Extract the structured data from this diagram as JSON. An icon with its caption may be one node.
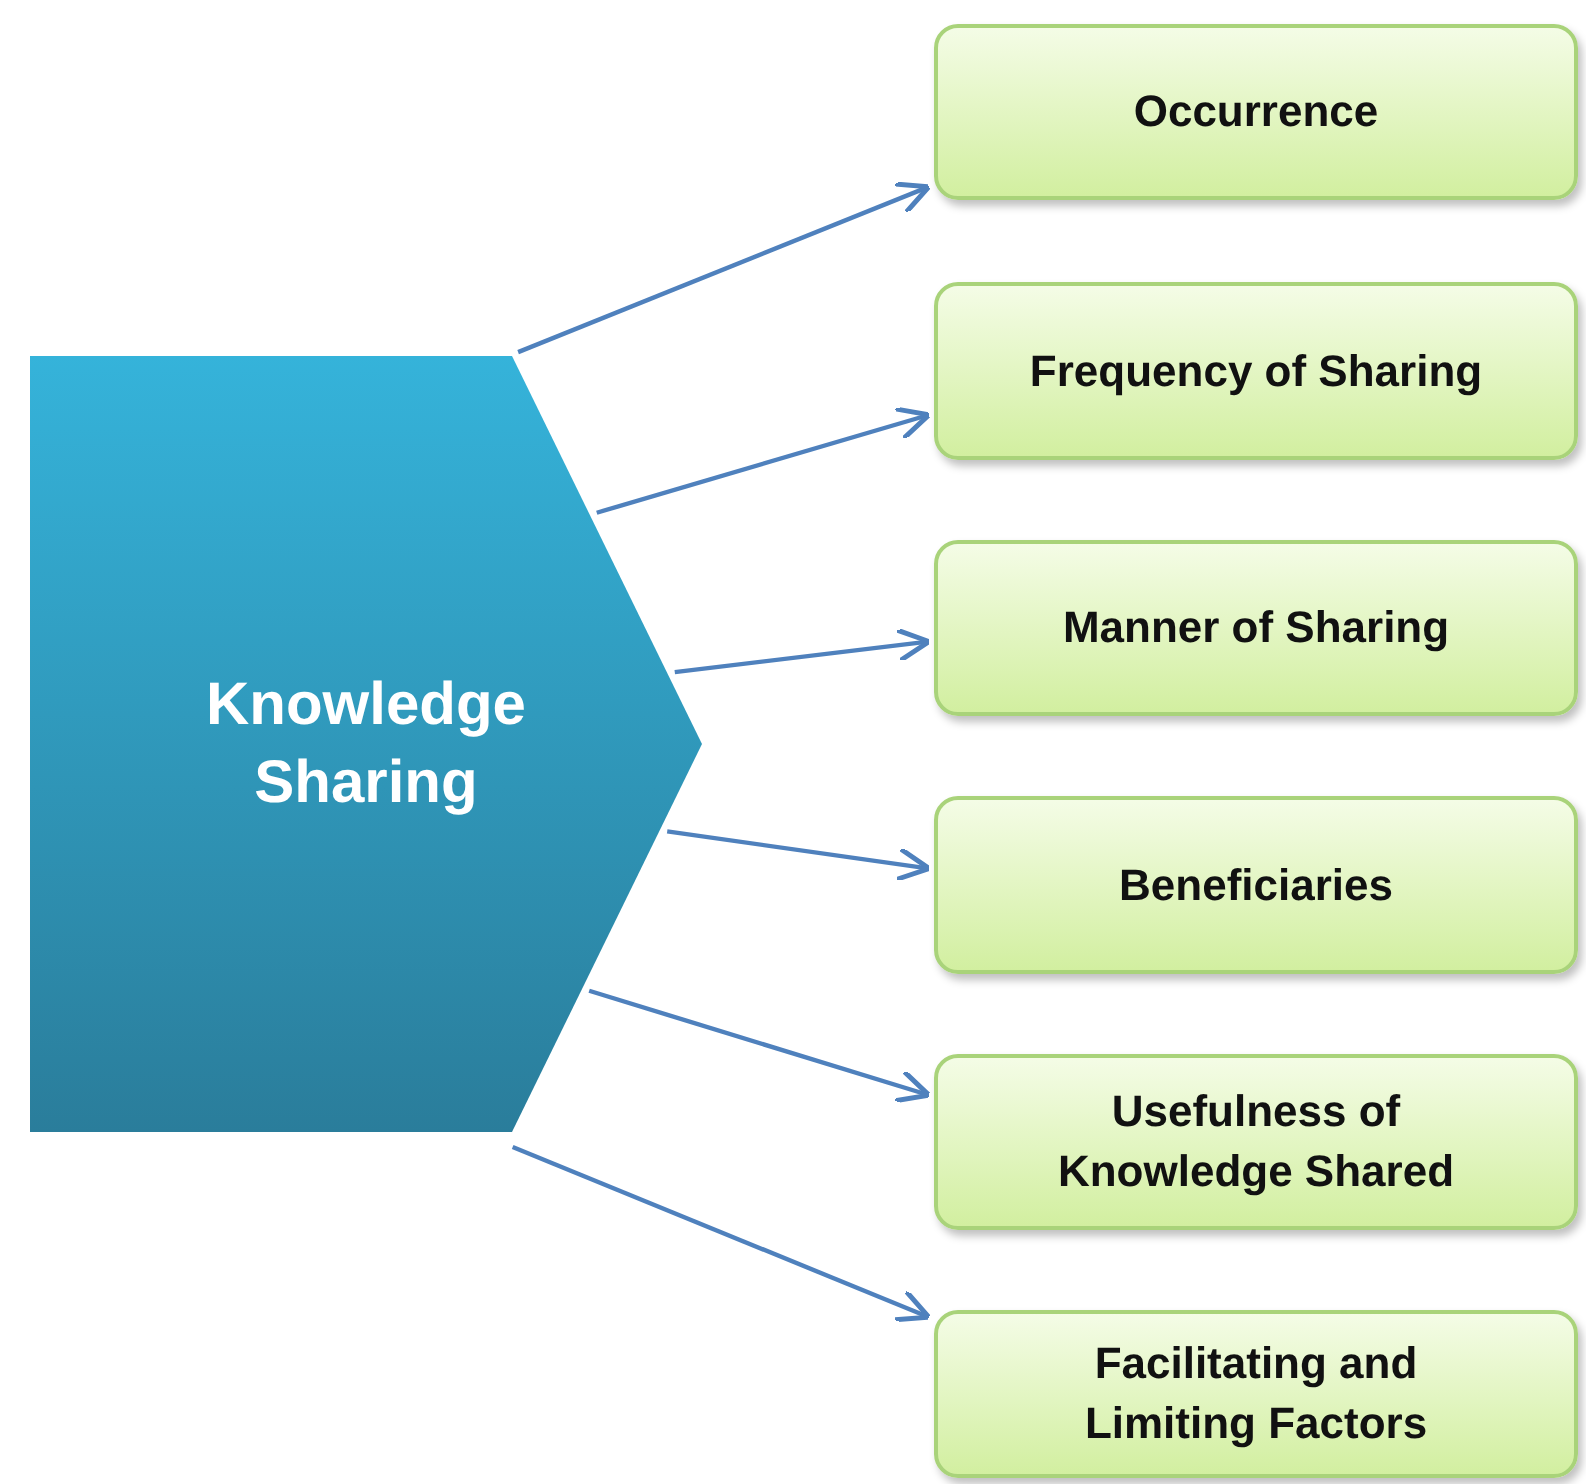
{
  "diagram": {
    "nodes": [
      {
        "text": [
          "Knowledge Sharing"
        ]
      },
      {
        "text": [
          "Occurrence"
        ]
      },
      {
        "text": [
          "Frequency of Sharing"
        ]
      },
      {
        "text": [
          "Manner of Sharing"
        ]
      },
      {
        "text": [
          "Beneficiaries"
        ]
      },
      {
        "text": [
          "Usefulness of Knowledge Shared"
        ]
      },
      {
        "text": [
          "Facilitating and Limiting Factors"
        ]
      }
    ],
    "edges": [
      {
        "from": 0,
        "to": 1,
        "arrow": "to"
      },
      {
        "from": 0,
        "to": 2,
        "arrow": "to"
      },
      {
        "from": 0,
        "to": 3,
        "arrow": "to"
      },
      {
        "from": 0,
        "to": 4,
        "arrow": "to"
      },
      {
        "from": 0,
        "to": 5,
        "arrow": "to"
      },
      {
        "from": 0,
        "to": 6,
        "arrow": "to"
      }
    ]
  }
}
